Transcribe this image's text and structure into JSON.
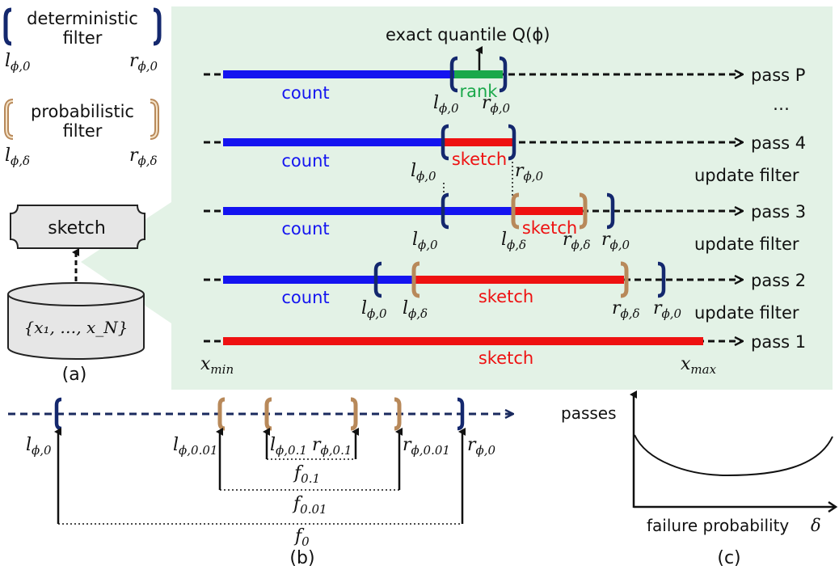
{
  "colors": {
    "panel_bg": "#e3f2e6",
    "count": "#1414f0",
    "sketch": "#ee1111",
    "rank": "#1aa84a",
    "det_bracket": "#14286e",
    "prob_bracket": "#b8895a",
    "axis": "#111111",
    "b_axis": "#1a2a5e"
  },
  "legend": {
    "det_line1": "deterministic",
    "det_line2": "filter",
    "prob_line1": "probabilistic",
    "prob_line2": "filter",
    "l_phi_0": "l",
    "l_sub_0": "ϕ,0",
    "r_phi_0": "r",
    "r_sub_0": "ϕ,0",
    "l_phi_d": "l",
    "l_sub_d": "ϕ,δ",
    "r_phi_d": "r",
    "r_sub_d": "ϕ,δ"
  },
  "panel_a": {
    "sketch_label": "sketch",
    "data_label": "{x₁, …, x_N}",
    "caption": "(a)"
  },
  "panel_main": {
    "exact_quantile": "exact quantile Q(ϕ)",
    "count": "count",
    "sketch": "sketch",
    "rank": "rank",
    "pass_p": "pass P",
    "ellipsis": "…",
    "pass_4": "pass 4",
    "pass_3": "pass 3",
    "pass_2": "pass 2",
    "pass_1": "pass 1",
    "update_filter": "update filter",
    "x_min": "x",
    "x_min_sub": "min",
    "x_max": "x",
    "x_max_sub": "max"
  },
  "panel_b": {
    "caption": "(b)",
    "l0": "ϕ,0",
    "l001": "ϕ,0.01",
    "l01": "ϕ,0.1",
    "r01": "ϕ,0.1",
    "r001": "ϕ,0.01",
    "r0": "ϕ,0",
    "f01": "0.1",
    "f001": "0.01",
    "f0": "0",
    "l": "l",
    "r": "r",
    "f": "f"
  },
  "panel_c": {
    "caption": "(c)",
    "ylabel": "passes",
    "xlabel": "failure probability",
    "delta": "δ"
  }
}
